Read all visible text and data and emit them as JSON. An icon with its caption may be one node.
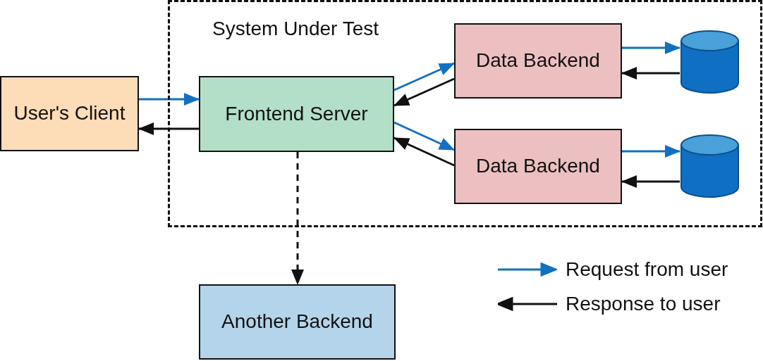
{
  "diagram": {
    "nodes": [
      {
        "text": [
          "System Under Test"
        ]
      },
      {
        "text": [
          "User's Client"
        ]
      },
      {
        "text": [
          "Frontend Server"
        ],
        "in": 0
      },
      {
        "text": [
          "Data Backend"
        ],
        "in": 0
      },
      {
        "text": [
          "Data Backend"
        ],
        "in": 0
      },
      {
        "text": [],
        "shape": "cylinder",
        "in": 0
      },
      {
        "text": [],
        "shape": "cylinder",
        "in": 0
      },
      {
        "text": [
          "Another Backend"
        ]
      }
    ],
    "edges": [
      {
        "from": 1,
        "to": 2,
        "arrow": "to",
        "color": "#1170c0"
      },
      {
        "from": 2,
        "to": 1,
        "arrow": "to"
      },
      {
        "from": 2,
        "to": 3,
        "arrow": "to",
        "color": "#1170c0"
      },
      {
        "from": 3,
        "to": 2,
        "arrow": "to"
      },
      {
        "from": 2,
        "to": 4,
        "arrow": "to",
        "color": "#1170c0"
      },
      {
        "from": 4,
        "to": 2,
        "arrow": "to"
      },
      {
        "from": 3,
        "to": 5,
        "arrow": "to",
        "color": "#1170c0"
      },
      {
        "from": 5,
        "to": 3,
        "arrow": "to"
      },
      {
        "from": 4,
        "to": 6,
        "arrow": "to",
        "color": "#1170c0"
      },
      {
        "from": 6,
        "to": 4,
        "arrow": "to"
      },
      {
        "from": 2,
        "to": 7,
        "arrow": "to",
        "style": "dashed"
      }
    ],
    "legend": [
      {
        "text": "Request from user"
      },
      {
        "text": "Response to user"
      }
    ]
  }
}
